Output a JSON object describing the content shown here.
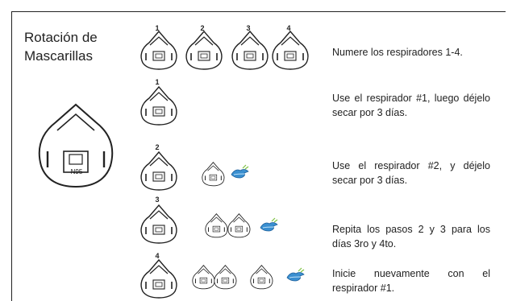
{
  "title_line1": "Rotación de",
  "title_line2": "Mascarillas",
  "mask_label": "N95",
  "rows": [
    {
      "labels": [
        "1",
        "2",
        "3",
        "4"
      ],
      "instruction": "Numere los respiradores 1-4."
    },
    {
      "labels": [
        "1"
      ],
      "instruction": "Use el respirador #1, luego déjelo secar por 3 días."
    },
    {
      "labels": [
        "2"
      ],
      "instruction": "Use el respirador #2, y déjelo secar por 3 días."
    },
    {
      "labels": [
        "3"
      ],
      "instruction": "Repita los pasos 2 y 3 para los días 3ro y 4to."
    },
    {
      "labels": [
        "4"
      ],
      "instruction": "Inicie nuevamente con el respirador #1."
    }
  ],
  "colors": {
    "line": "#222222",
    "drying_icon": "#3a8fd0"
  }
}
